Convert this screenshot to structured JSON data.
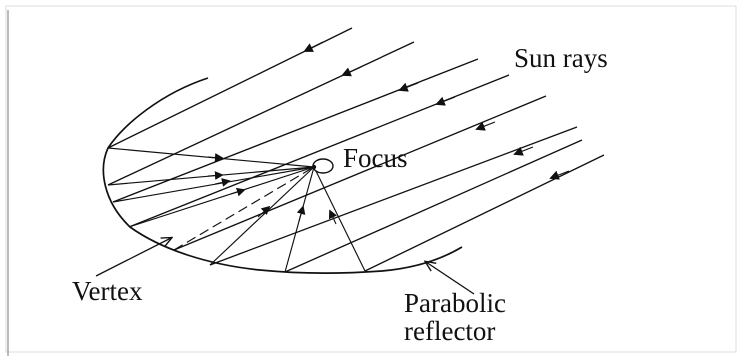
{
  "diagram": {
    "labels": {
      "sun_rays": "Sun rays",
      "focus": "Focus",
      "vertex": "Vertex",
      "parabolic_reflector_line1": "Parabolic",
      "parabolic_reflector_line2": "reflector"
    },
    "colors": {
      "background": "#ffffff",
      "ink": "#111111",
      "frame": "#dcdcdc"
    }
  }
}
